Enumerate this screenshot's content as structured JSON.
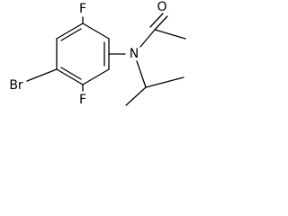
{
  "molecule": {
    "atoms": {
      "bromine": "Br",
      "fluorine_top": "F",
      "fluorine_bottom": "F",
      "oxygen": "O",
      "nitrogen": "N"
    },
    "colors": {
      "bond": "#000000",
      "label": "#000000",
      "background": "#ffffff"
    }
  }
}
